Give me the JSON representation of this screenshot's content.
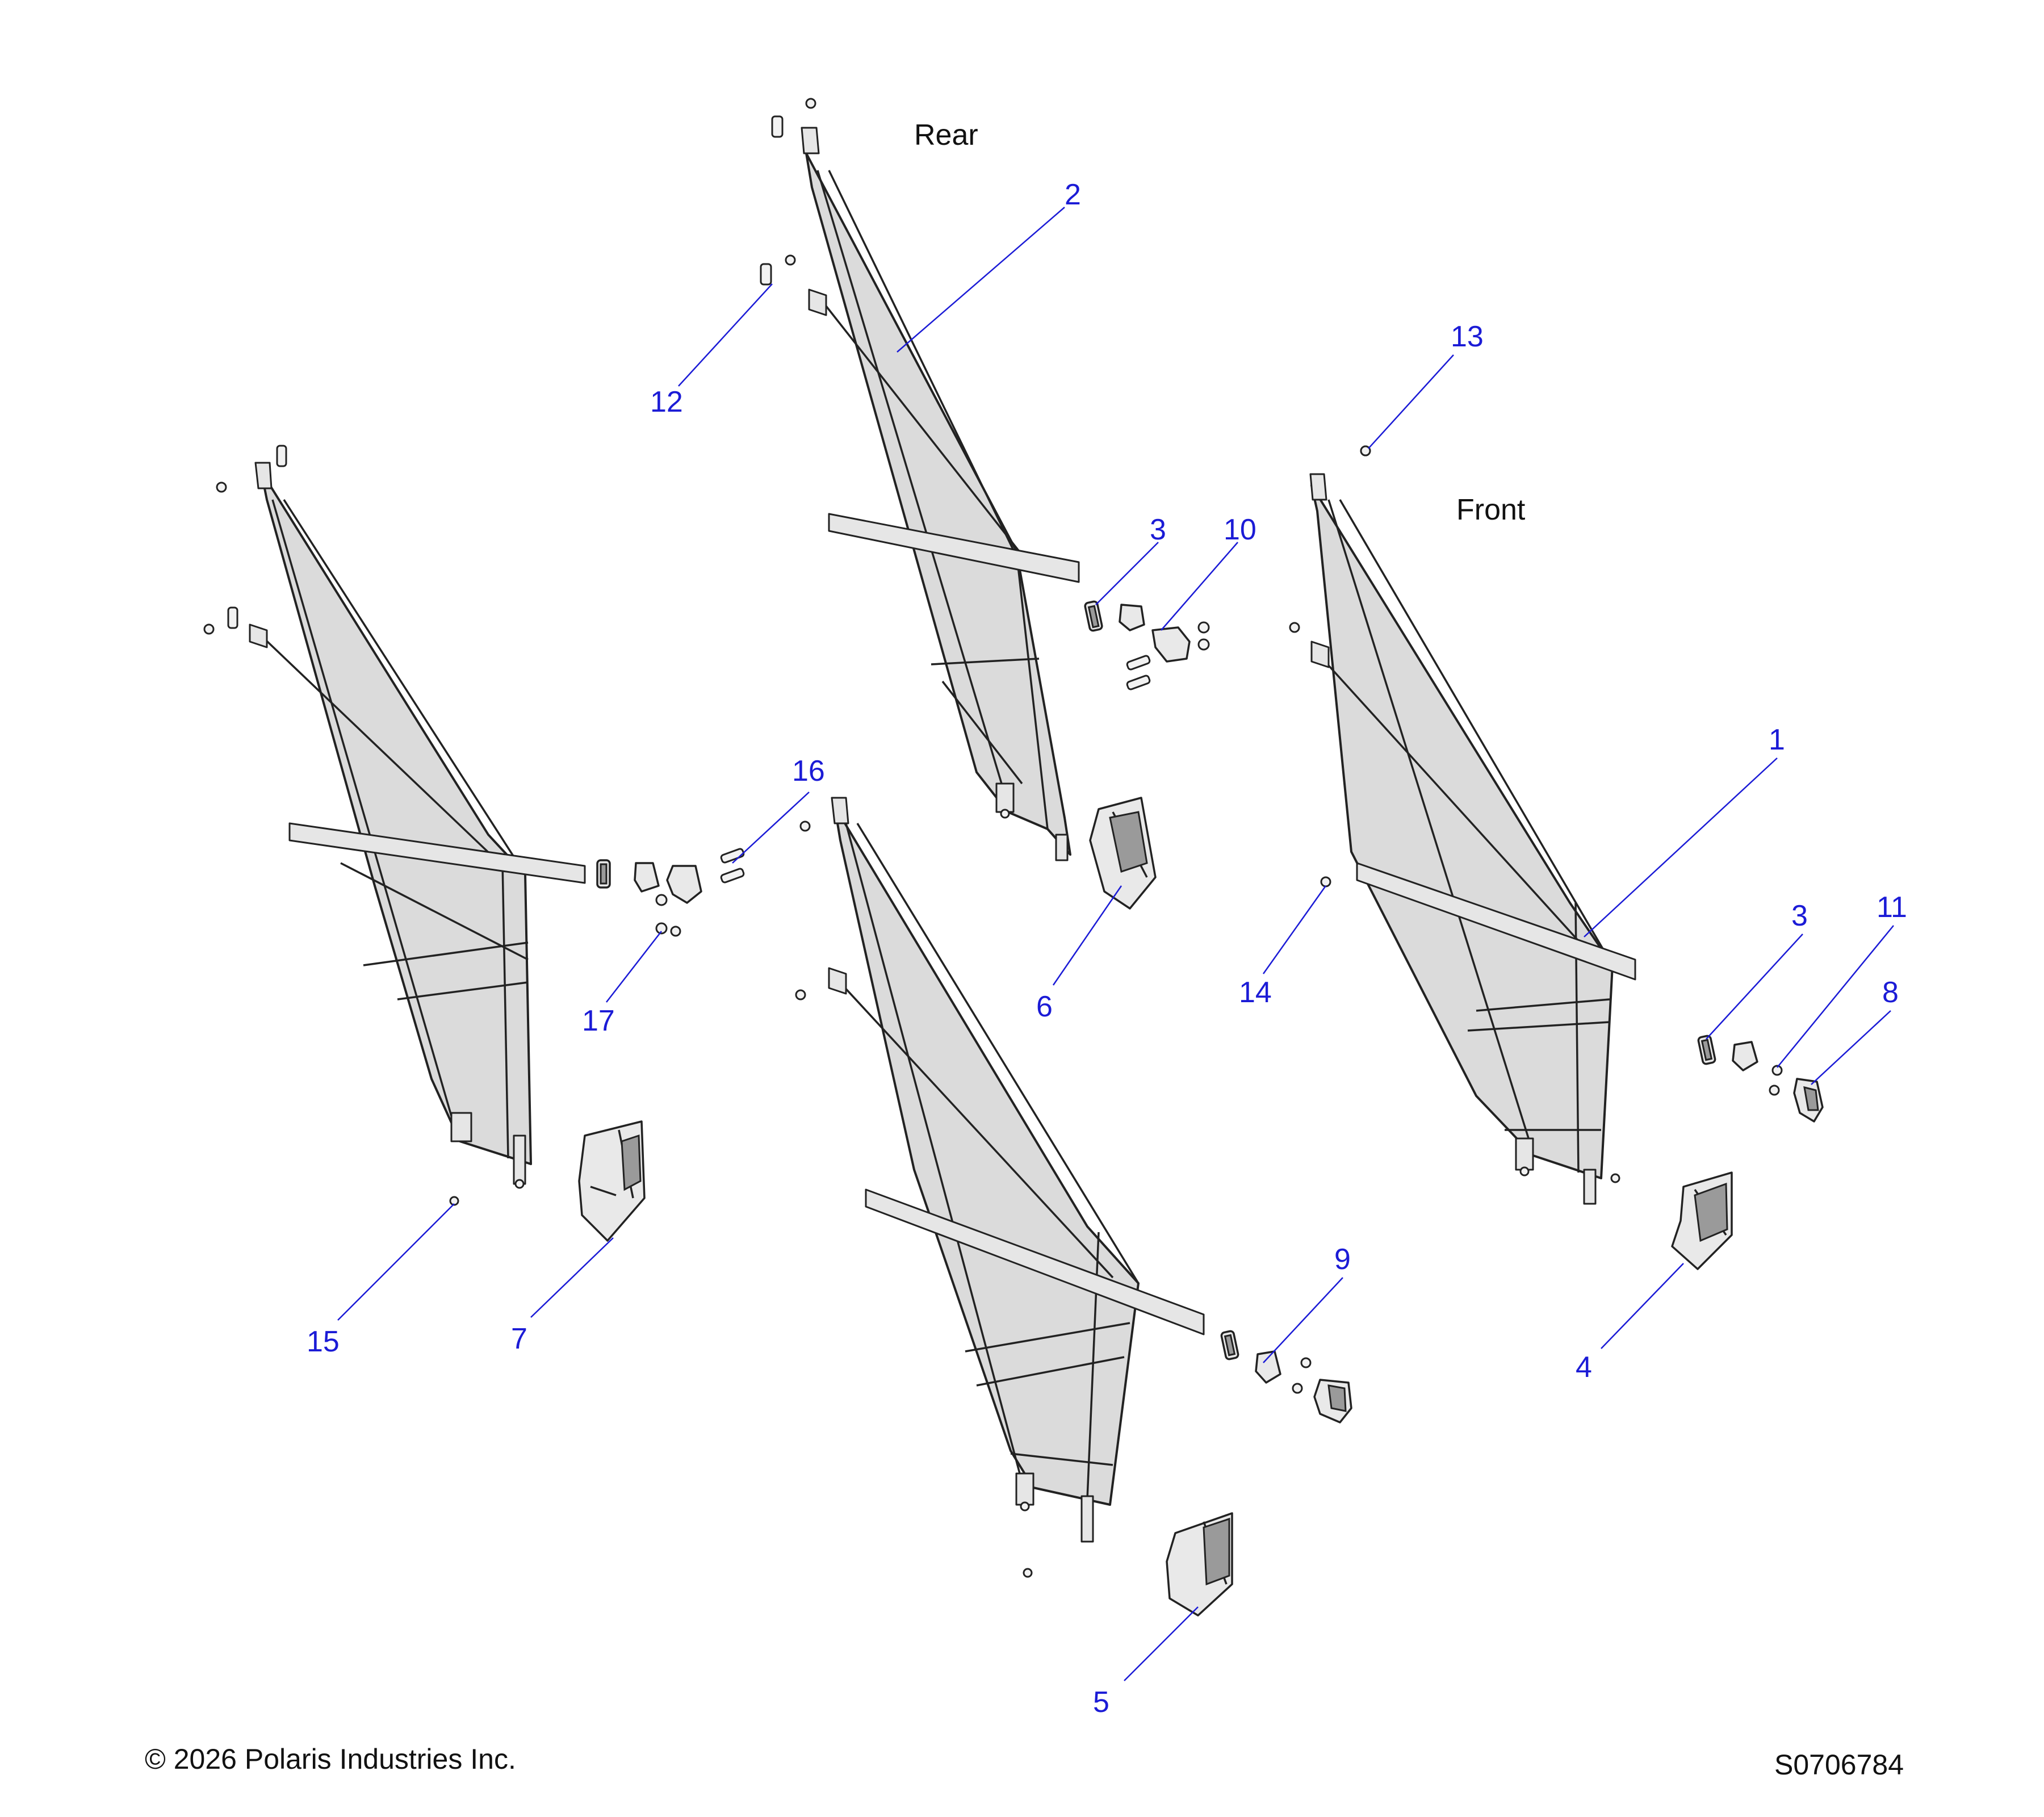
{
  "labels": {
    "rear": "Rear",
    "front": "Front"
  },
  "callouts": [
    {
      "id": "c1",
      "text": "1"
    },
    {
      "id": "c2",
      "text": "2"
    },
    {
      "id": "c3a",
      "text": "3"
    },
    {
      "id": "c3b",
      "text": "3"
    },
    {
      "id": "c4",
      "text": "4"
    },
    {
      "id": "c5",
      "text": "5"
    },
    {
      "id": "c6",
      "text": "6"
    },
    {
      "id": "c7",
      "text": "7"
    },
    {
      "id": "c8",
      "text": "8"
    },
    {
      "id": "c9",
      "text": "9"
    },
    {
      "id": "c10",
      "text": "10"
    },
    {
      "id": "c11",
      "text": "11"
    },
    {
      "id": "c12",
      "text": "12"
    },
    {
      "id": "c13",
      "text": "13"
    },
    {
      "id": "c14",
      "text": "14"
    },
    {
      "id": "c15",
      "text": "15"
    },
    {
      "id": "c16",
      "text": "16"
    },
    {
      "id": "c17",
      "text": "17"
    }
  ],
  "footer": {
    "copyright": "© 2026 Polaris Industries Inc.",
    "drawing_number": "S0706784"
  },
  "colors": {
    "callout": "#1b1bd6",
    "linework": "#222222",
    "net_fill": "#cfcfcf"
  }
}
